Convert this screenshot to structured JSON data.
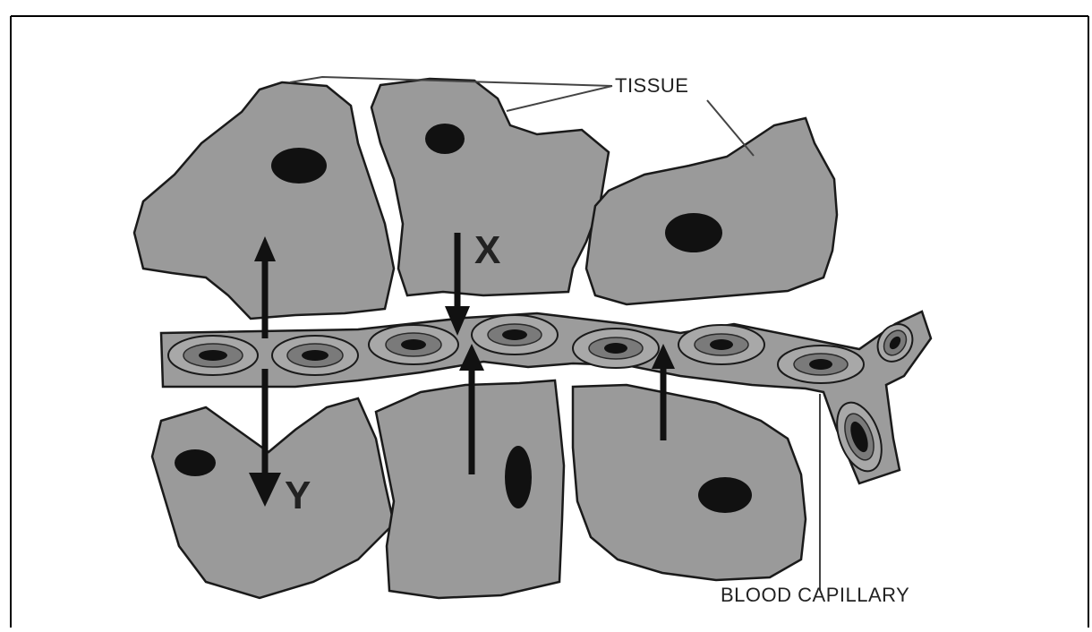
{
  "labels": {
    "tissue": "TISSUE",
    "blood_capillary": "BLOOD CAPILLARY",
    "x": "X",
    "y": "Y"
  },
  "colors": {
    "cell_fill": "#9a9a9a",
    "nucleus": "#111111",
    "outline": "#1a1a1a",
    "arrow": "#111111"
  }
}
